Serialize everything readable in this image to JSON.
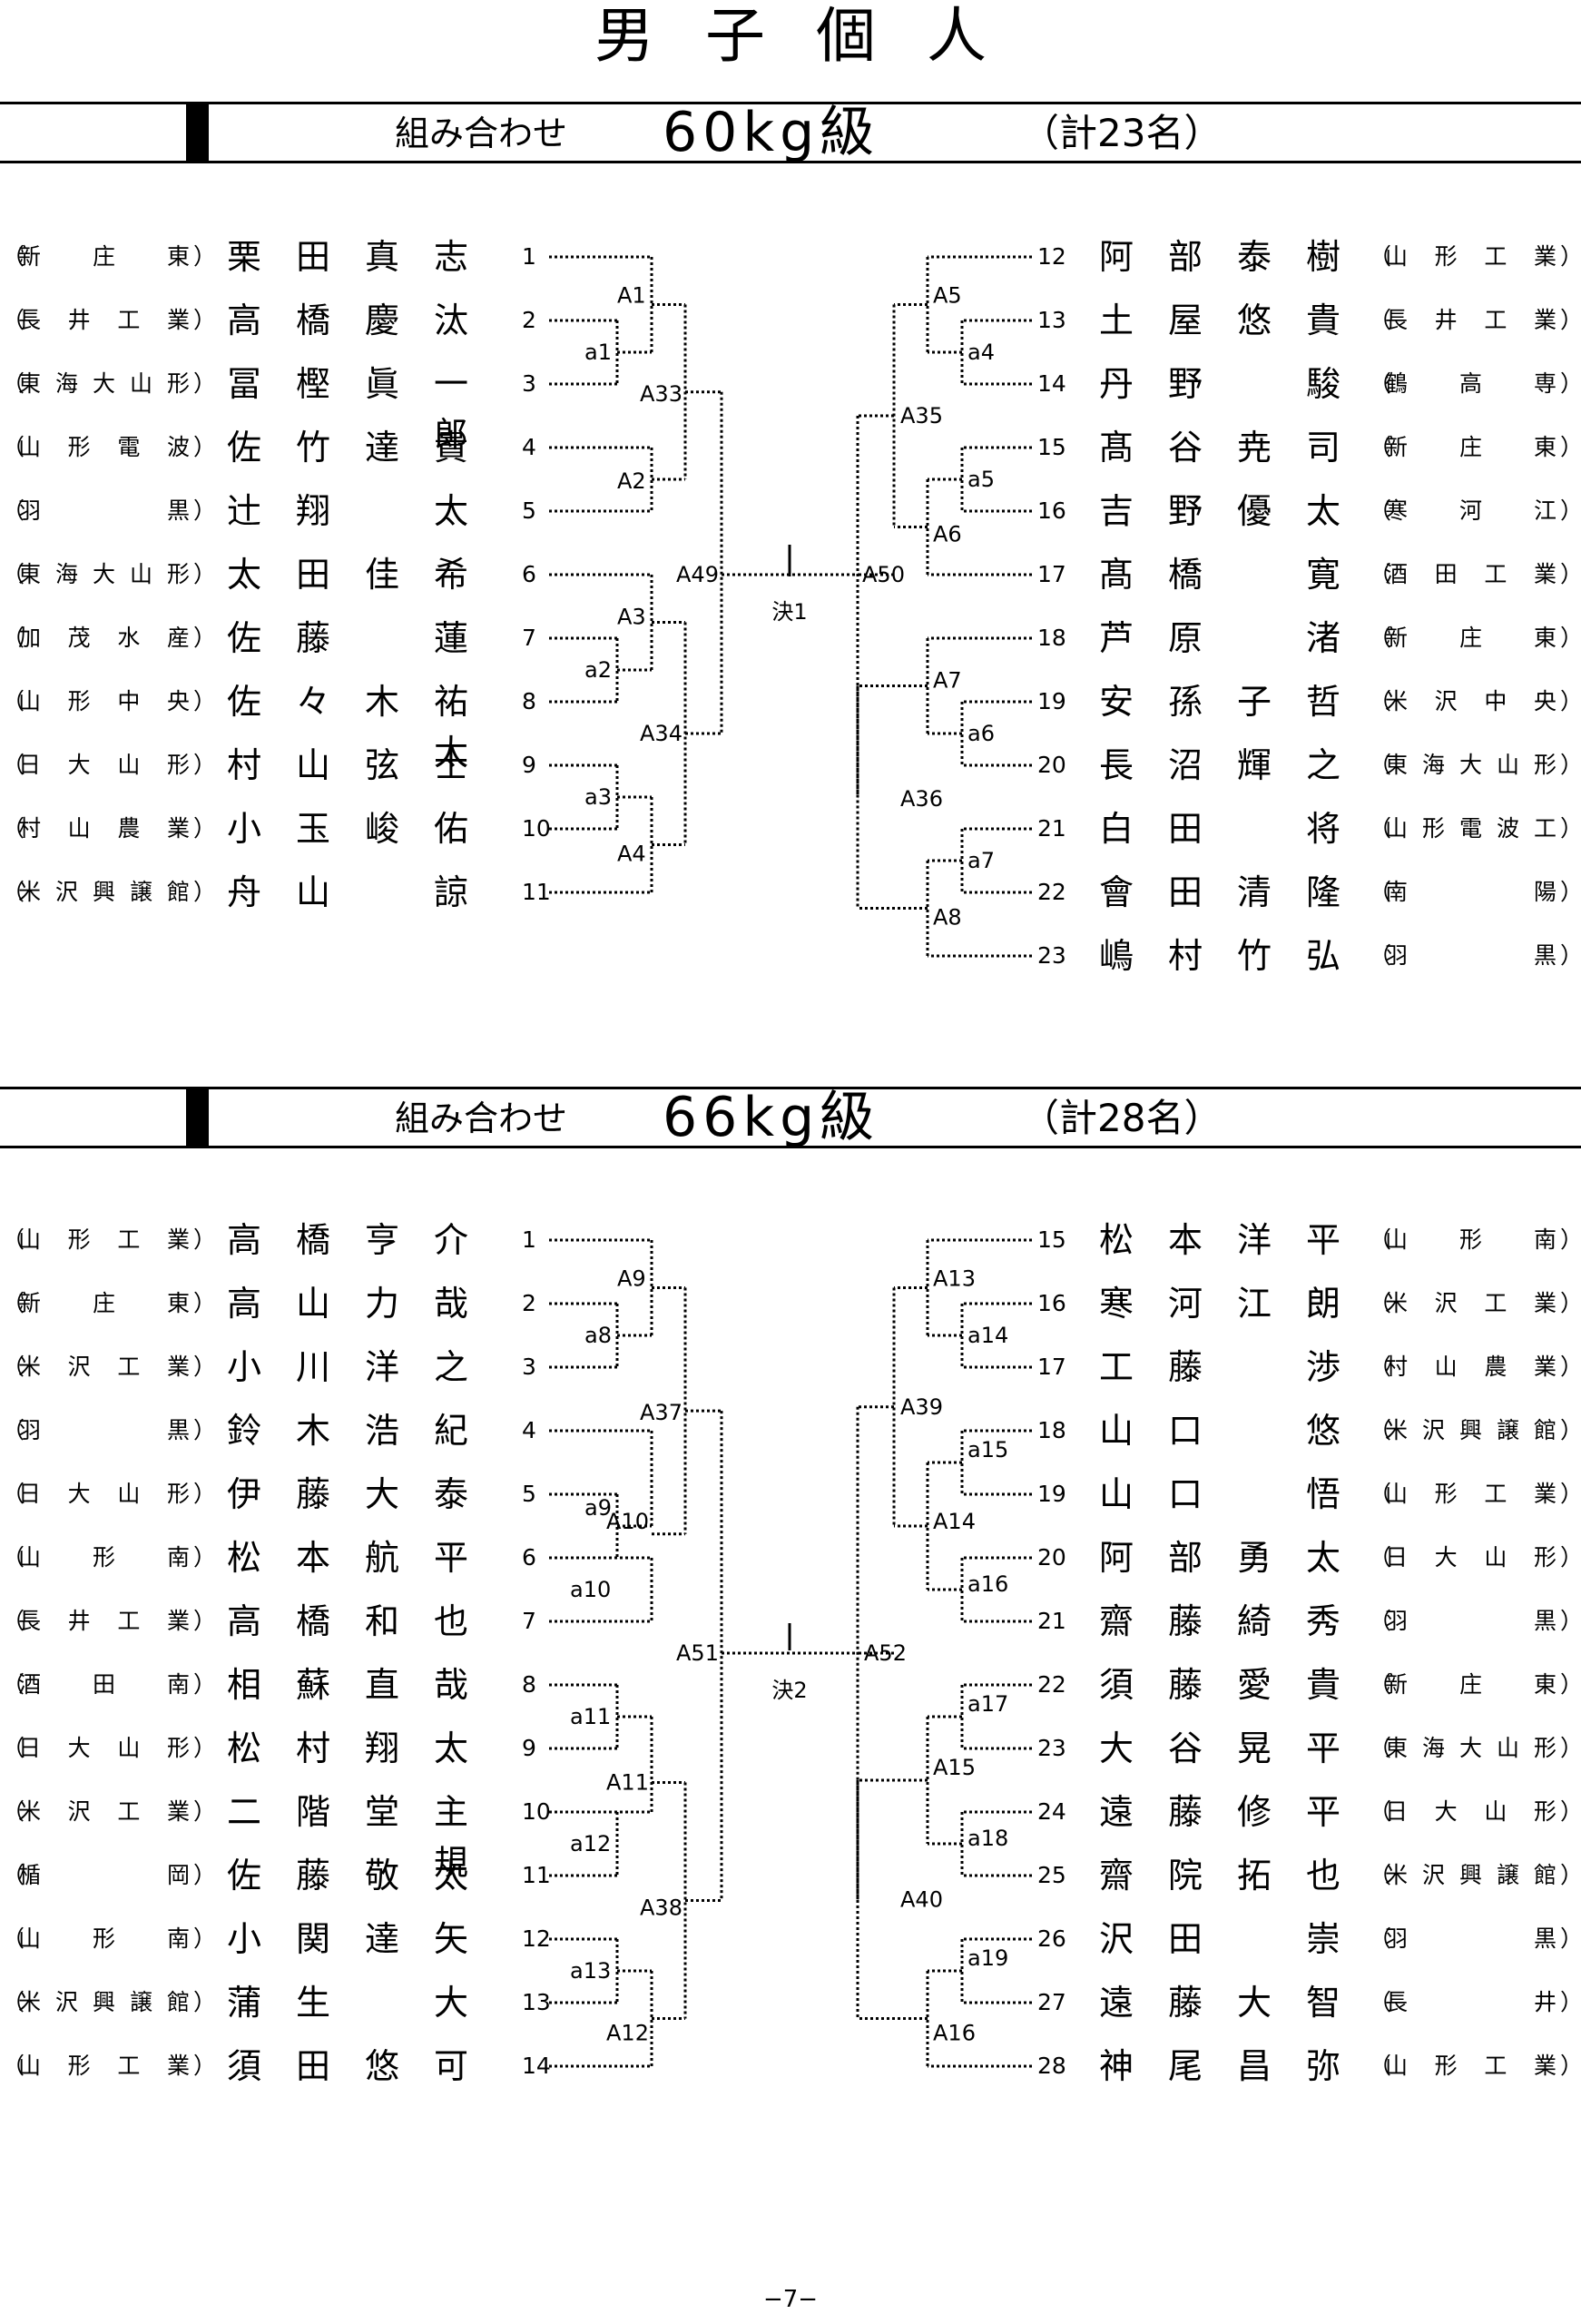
{
  "page_title": "男子個人",
  "page_number": "−7−",
  "sections": [
    {
      "label": "組み合わせ",
      "weight_class": "60kg級",
      "count": "（計23名）",
      "left": [
        {
          "num": "1",
          "name": "栗田真志",
          "school": "新庄東"
        },
        {
          "num": "2",
          "name": "高橋慶汰",
          "school": "長井工業"
        },
        {
          "num": "3",
          "name": "冨樫眞一郎",
          "school": "東海大山形"
        },
        {
          "num": "4",
          "name": "佐竹達貴",
          "school": "山形電波"
        },
        {
          "num": "5",
          "name": "辻翔太",
          "school": "羽黒"
        },
        {
          "num": "6",
          "name": "太田佳希",
          "school": "東海大山形"
        },
        {
          "num": "7",
          "name": "佐藤蓮",
          "school": "加茂水産"
        },
        {
          "num": "8",
          "name": "佐々木祐太",
          "school": "山形中央"
        },
        {
          "num": "9",
          "name": "村山弦士",
          "school": "日大山形"
        },
        {
          "num": "10",
          "name": "小玉峻佑",
          "school": "村山農業"
        },
        {
          "num": "11",
          "name": "舟山諒",
          "school": "米沢興譲館"
        }
      ],
      "right": [
        {
          "num": "12",
          "name": "阿部泰樹",
          "school": "山形工業"
        },
        {
          "num": "13",
          "name": "土屋悠貴",
          "school": "長井工業"
        },
        {
          "num": "14",
          "name": "丹野駿",
          "school": "鶴高専"
        },
        {
          "num": "15",
          "name": "髙谷尭司",
          "school": "新庄東"
        },
        {
          "num": "16",
          "name": "吉野優太",
          "school": "寒河江"
        },
        {
          "num": "17",
          "name": "髙橋寛",
          "school": "酒田工業"
        },
        {
          "num": "18",
          "name": "芦原渚",
          "school": "新庄東"
        },
        {
          "num": "19",
          "name": "安孫子哲",
          "school": "米沢中央"
        },
        {
          "num": "20",
          "name": "長沼輝之",
          "school": "東海大山形"
        },
        {
          "num": "21",
          "name": "白田将",
          "school": "山形電波工"
        },
        {
          "num": "22",
          "name": "會田清隆",
          "school": "南陽"
        },
        {
          "num": "23",
          "name": "嶋村竹弘",
          "school": "羽黒"
        }
      ],
      "final_label": "決1",
      "bracket_labels": {
        "A1": "A1",
        "a1": "a1",
        "A2": "A2",
        "A3": "A3",
        "a2": "a2",
        "a3": "a3",
        "A4": "A4",
        "A33": "A33",
        "A34": "A34",
        "A49": "A49",
        "A50": "A50",
        "A5": "A5",
        "a4": "a4",
        "A6": "A6",
        "a5": "a5",
        "A7": "A7",
        "a6": "a6",
        "A8": "A8",
        "a7": "a7",
        "A35": "A35",
        "A36": "A36"
      }
    },
    {
      "label": "組み合わせ",
      "weight_class": "66kg級",
      "count": "（計28名）",
      "left": [
        {
          "num": "1",
          "name": "高橋亨介",
          "school": "山形工業"
        },
        {
          "num": "2",
          "name": "高山力哉",
          "school": "新庄東"
        },
        {
          "num": "3",
          "name": "小川洋之",
          "school": "米沢工業"
        },
        {
          "num": "4",
          "name": "鈴木浩紀",
          "school": "羽黒"
        },
        {
          "num": "5",
          "name": "伊藤大泰",
          "school": "日大山形"
        },
        {
          "num": "6",
          "name": "松本航平",
          "school": "山形南"
        },
        {
          "num": "7",
          "name": "高橋和也",
          "school": "長井工業"
        },
        {
          "num": "8",
          "name": "相蘇直哉",
          "school": "酒田南"
        },
        {
          "num": "9",
          "name": "松村翔太",
          "school": "日大山形"
        },
        {
          "num": "10",
          "name": "二階堂主規",
          "school": "米沢工業"
        },
        {
          "num": "11",
          "name": "佐藤敬太",
          "school": "楯岡"
        },
        {
          "num": "12",
          "name": "小関達矢",
          "school": "山形南"
        },
        {
          "num": "13",
          "name": "蒲生大",
          "school": "米沢興譲館"
        },
        {
          "num": "14",
          "name": "須田悠可",
          "school": "山形工業"
        }
      ],
      "right": [
        {
          "num": "15",
          "name": "松本洋平",
          "school": "山形南"
        },
        {
          "num": "16",
          "name": "寒河江朗",
          "school": "米沢工業"
        },
        {
          "num": "17",
          "name": "工藤渉",
          "school": "村山農業"
        },
        {
          "num": "18",
          "name": "山口悠",
          "school": "米沢興譲館"
        },
        {
          "num": "19",
          "name": "山口悟",
          "school": "山形工業"
        },
        {
          "num": "20",
          "name": "阿部勇太",
          "school": "日大山形"
        },
        {
          "num": "21",
          "name": "齋藤綺秀",
          "school": "羽黒"
        },
        {
          "num": "22",
          "name": "須藤愛貴",
          "school": "新庄東"
        },
        {
          "num": "23",
          "name": "大谷晃平",
          "school": "東海大山形"
        },
        {
          "num": "24",
          "name": "遠藤修平",
          "school": "日大山形"
        },
        {
          "num": "25",
          "name": "齋院拓也",
          "school": "米沢興譲館"
        },
        {
          "num": "26",
          "name": "沢田崇",
          "school": "羽黒"
        },
        {
          "num": "27",
          "name": "遠藤大智",
          "school": "長井"
        },
        {
          "num": "28",
          "name": "神尾昌弥",
          "school": "山形工業"
        }
      ],
      "final_label": "決2",
      "bracket_labels": {
        "A9": "A9",
        "a8": "a8",
        "a9": "a9",
        "A10": "A10",
        "a10": "a10",
        "a11": "a11",
        "A11": "A11",
        "a12": "a12",
        "a13": "a13",
        "A12": "A12",
        "A37": "A37",
        "A38": "A38",
        "A51": "A51",
        "A52": "A52",
        "A13": "A13",
        "a14": "a14",
        "a15": "a15",
        "A14": "A14",
        "a16": "a16",
        "a17": "a17",
        "A15": "A15",
        "a18": "a18",
        "A40": "A40",
        "a19": "a19",
        "A16": "A16",
        "A39": "A39"
      }
    }
  ]
}
